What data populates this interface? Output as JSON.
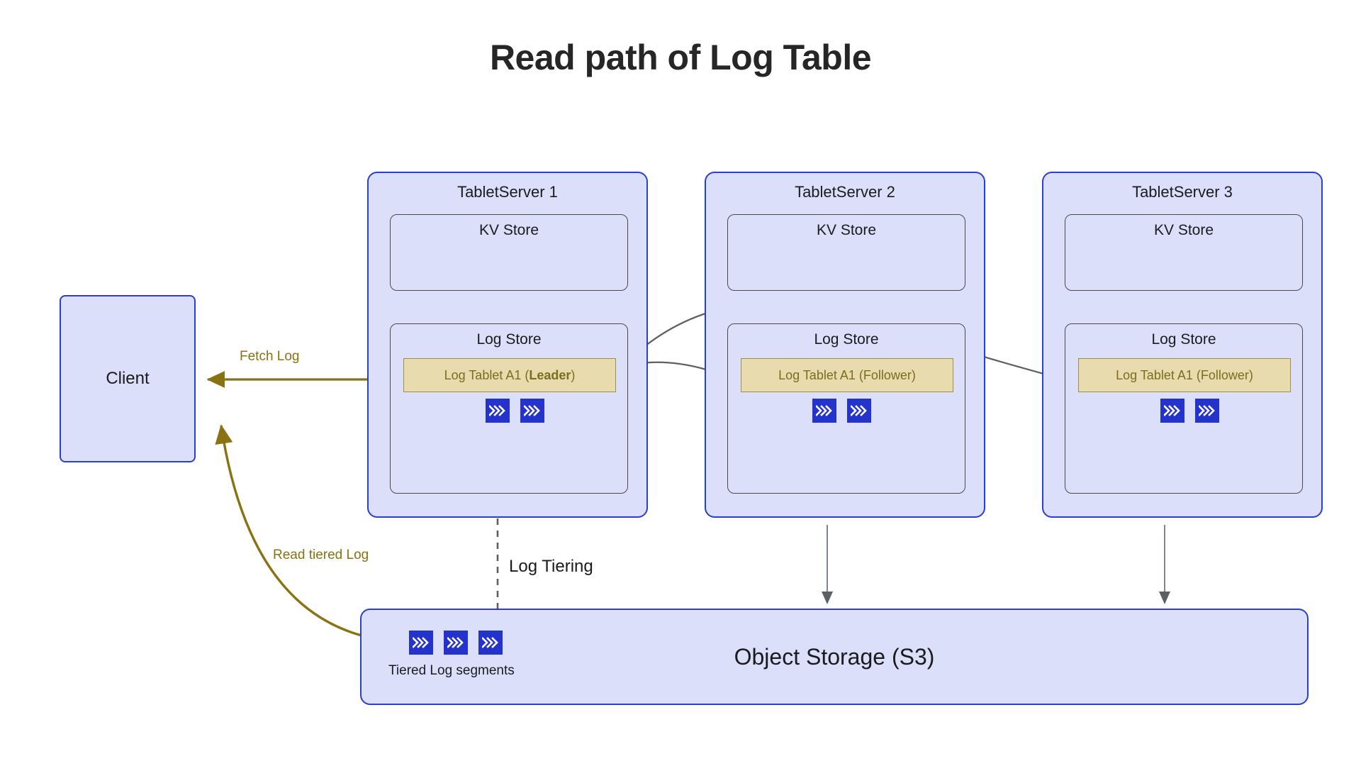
{
  "title": "Read path of Log Table",
  "client": {
    "label": "Client"
  },
  "tablet_servers": [
    {
      "name": "TabletServer 1",
      "kv_store": "KV Store",
      "log_store": "Log Store",
      "tablet_prefix": "Log Tablet A1 (",
      "tablet_role": "Leader",
      "tablet_suffix": ")",
      "role_bold": true,
      "segment_count": 2
    },
    {
      "name": "TabletServer 2",
      "kv_store": "KV Store",
      "log_store": "Log Store",
      "tablet_prefix": "Log Tablet A1 (",
      "tablet_role": "Follower",
      "tablet_suffix": ")",
      "role_bold": false,
      "segment_count": 2
    },
    {
      "name": "TabletServer 3",
      "kv_store": "KV Store",
      "log_store": "Log Store",
      "tablet_prefix": "Log Tablet A1 (",
      "tablet_role": "Follower",
      "tablet_suffix": ")",
      "role_bold": false,
      "segment_count": 2
    }
  ],
  "object_storage": {
    "label": "Object Storage (S3)",
    "tiered_segments_caption": "Tiered Log segments",
    "tiered_segment_count": 3
  },
  "edges": {
    "fetch_log": "Fetch Log",
    "read_tiered_log": "Read tiered Log",
    "log_tiering": "Log Tiering"
  },
  "icons": {
    "log_segment": "triple-chevron-right-icon"
  },
  "colors": {
    "box_fill": "#dcdffa",
    "box_border": "#2b3fcd",
    "inner_border": "#4a4a52",
    "tablet_fill": "#e8dbad",
    "tablet_border": "#a08f3c",
    "tablet_text": "#7e6c1f",
    "segment_blue": "#2433cc",
    "olive_arrow": "#8a7112",
    "gray_arrow": "#5c6066",
    "title_text": "#262626",
    "background": "#ffffff"
  }
}
